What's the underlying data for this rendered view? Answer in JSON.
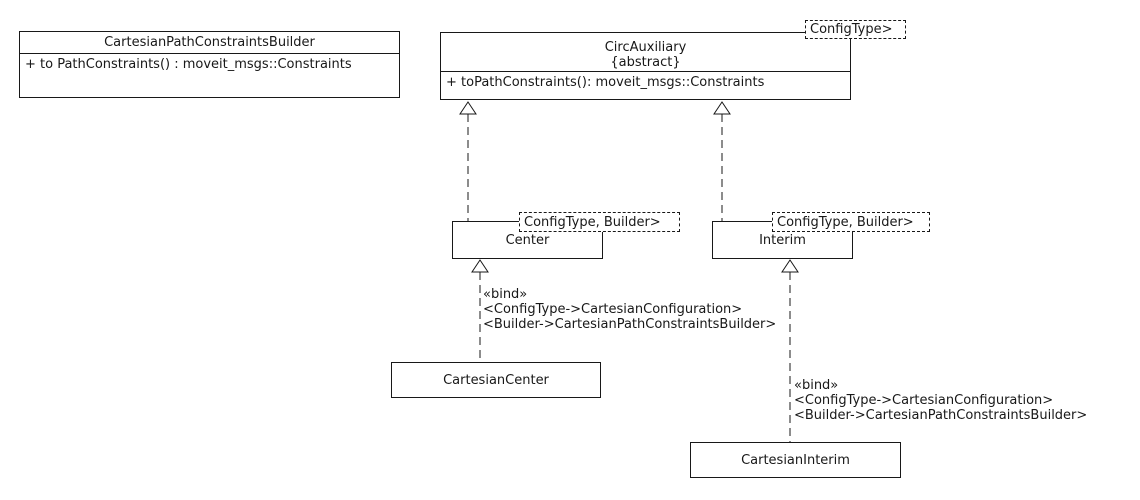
{
  "colors": {
    "line": "#181818",
    "background": "#ffffff"
  },
  "classes": {
    "builder": {
      "name": "CartesianPathConstraintsBuilder",
      "method": "+ to PathConstraints() : moveit_msgs::Constraints"
    },
    "circ_auxiliary": {
      "name": "CircAuxiliary",
      "stereotype": "{abstract}",
      "template_params": "ConfigType>",
      "method": "+ toPathConstraints(): moveit_msgs::Constraints"
    },
    "center": {
      "name": "Center",
      "template_params": "ConfigType, Builder>"
    },
    "interim": {
      "name": "Interim",
      "template_params": "ConfigType, Builder>"
    },
    "cartesian_center": {
      "name": "CartesianCenter"
    },
    "cartesian_interim": {
      "name": "CartesianInterim"
    }
  },
  "bindings": {
    "center": {
      "keyword": "«bind»",
      "config_line": "<ConfigType->CartesianConfiguration>",
      "builder_line": "<Builder->CartesianPathConstraintsBuilder>"
    },
    "interim": {
      "keyword": "«bind»",
      "config_line": "<ConfigType->CartesianConfiguration>",
      "builder_line": "<Builder->CartesianPathConstraintsBuilder>"
    }
  }
}
